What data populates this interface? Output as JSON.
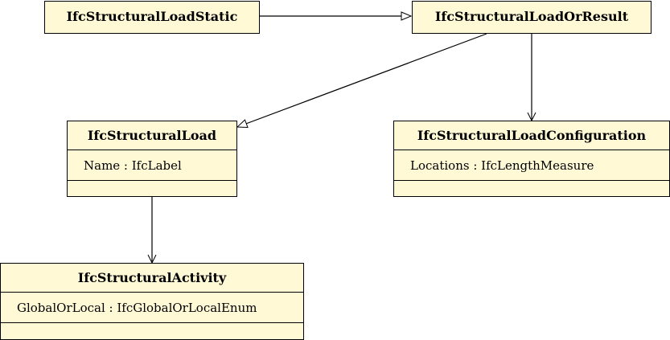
{
  "diagram": {
    "classes": {
      "load_static": {
        "name": "IfcStructuralLoadStatic"
      },
      "load_or_result": {
        "name": "IfcStructuralLoadOrResult"
      },
      "load": {
        "name": "IfcStructuralLoad",
        "attributes": [
          {
            "text": "Name : IfcLabel"
          }
        ]
      },
      "load_configuration": {
        "name": "IfcStructuralLoadConfiguration",
        "attributes": [
          {
            "text": "Locations : IfcLengthMeasure"
          }
        ]
      },
      "activity": {
        "name": "IfcStructuralActivity",
        "attributes": [
          {
            "text": "GlobalOrLocal : IfcGlobalOrLocalEnum"
          }
        ]
      }
    },
    "colors": {
      "box_fill": "#fff9d6",
      "stroke": "#000000"
    }
  }
}
